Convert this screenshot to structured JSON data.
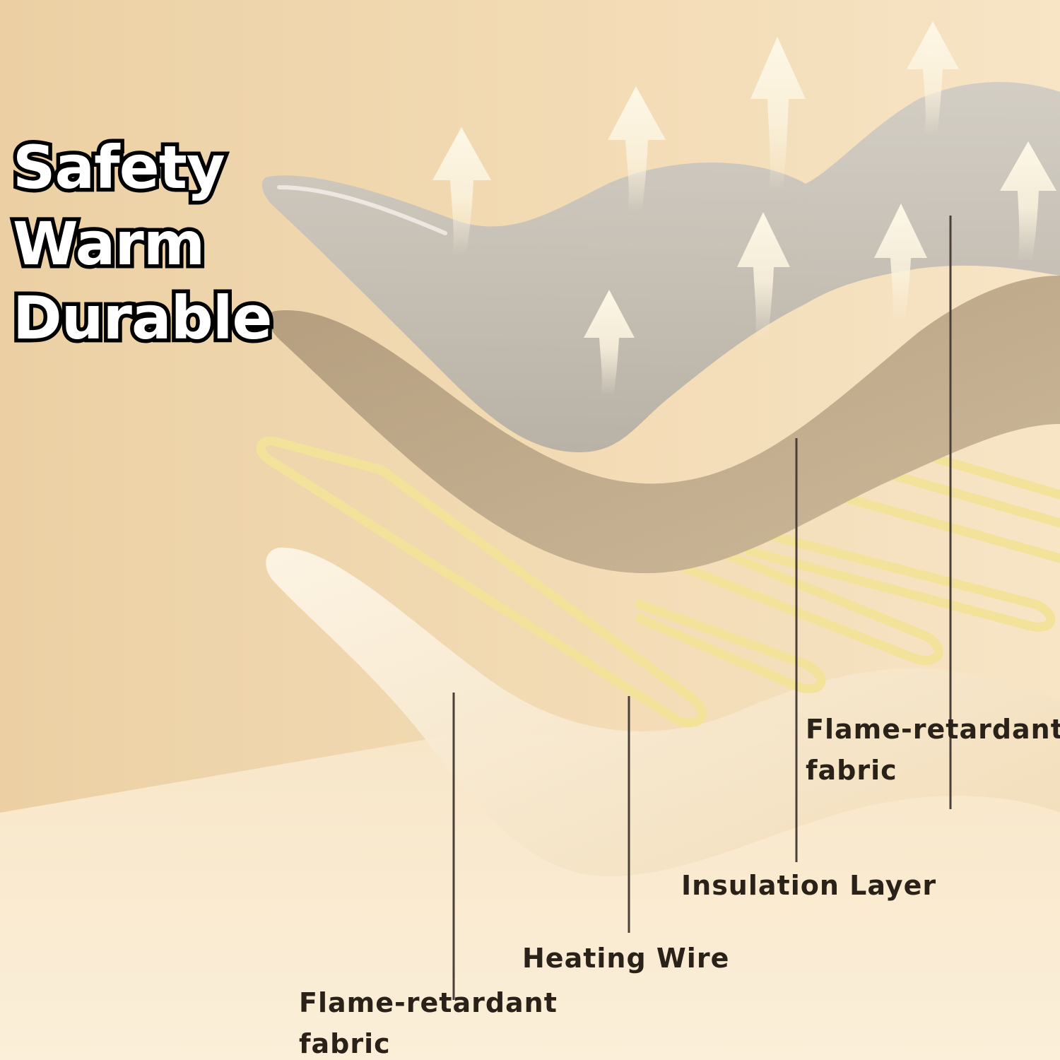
{
  "headline": {
    "line1": "Safety",
    "line2": "Warm",
    "line3": "Durable"
  },
  "labels": {
    "top_fabric": {
      "line1": "Flame-retardant",
      "line2": "fabric"
    },
    "insulation": "Insulation Layer",
    "heating_wire": "Heating Wire",
    "bottom_fabric": {
      "line1": "Flame-retardant",
      "line2": "fabric"
    }
  },
  "colors": {
    "background": "#f3ddb8",
    "top_layer": "#c9c3b8",
    "insulation_layer": "#bea98b",
    "wire": "#f2e29a",
    "bottom_layer": "#fbefd9",
    "arrow": "#fbf3de",
    "leader_line": "#4a4038"
  }
}
